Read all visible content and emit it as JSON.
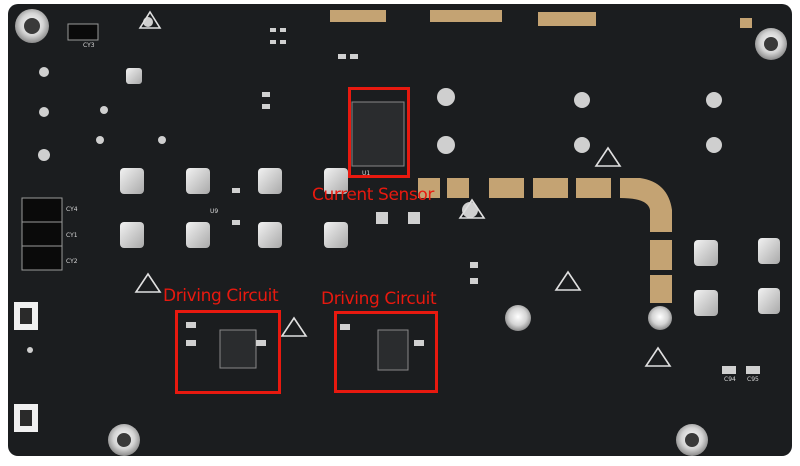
{
  "annotations": {
    "current_sensor": "Current Sensor",
    "driving_circuit_left": "Driving Circuit",
    "driving_circuit_right": "Driving Circuit"
  },
  "colors": {
    "board": "#1b1d1f",
    "background": "#ffffff",
    "copper_trace": "#c4a373",
    "callout": "#e8190f",
    "silkscreen": "#d8d8d8",
    "solder_pad": "#dcdcdc"
  },
  "silkscreen": {
    "cy3": "CY3",
    "cy4": "CY4",
    "cy1": "CY1",
    "cy2": "CY2",
    "c94": "C94",
    "c95": "C95",
    "u1": "U1",
    "u9": "U9"
  }
}
